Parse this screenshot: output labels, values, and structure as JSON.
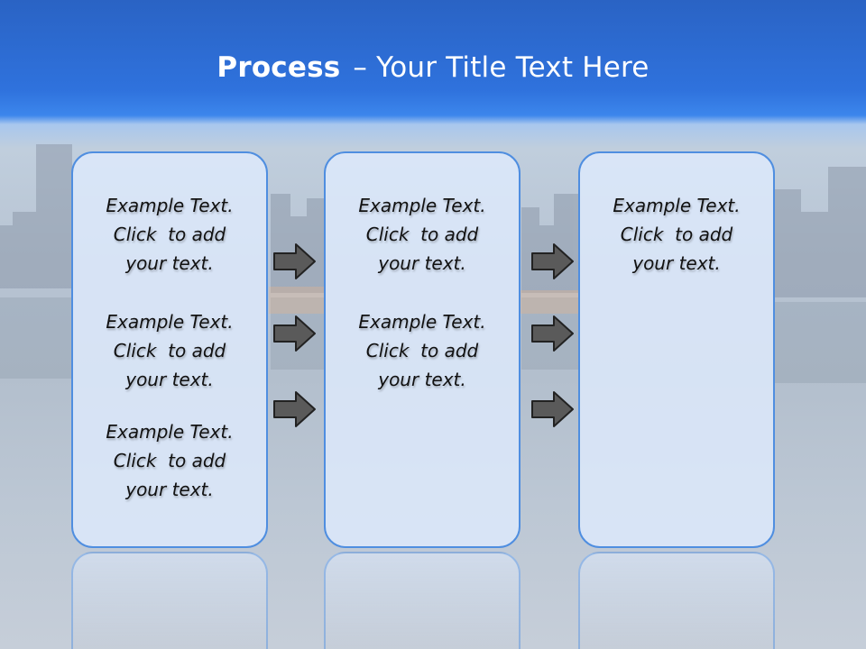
{
  "title": {
    "bold": "Process",
    "rest": "– Your Title Text Here"
  },
  "panels": [
    {
      "blocks": [
        [
          "Example Text.",
          "Click  to add",
          "your text."
        ],
        [
          "Example Text.",
          "Click  to add",
          "your text."
        ],
        [
          "Example Text.",
          "Click  to add",
          "your text."
        ]
      ]
    },
    {
      "blocks": [
        [
          "Example Text.",
          "Click  to add",
          "your text."
        ],
        [
          "Example Text.",
          "Click  to add",
          "your text."
        ]
      ]
    },
    {
      "blocks": [
        [
          "Example Text.",
          "Click  to add",
          "your text."
        ]
      ]
    }
  ],
  "colors": {
    "panel_border": "#4f8ee0",
    "arrow_fill": "#5a5a5a",
    "title_bar": "#2f72dd"
  },
  "icons": [
    "arrow-right-icon"
  ]
}
